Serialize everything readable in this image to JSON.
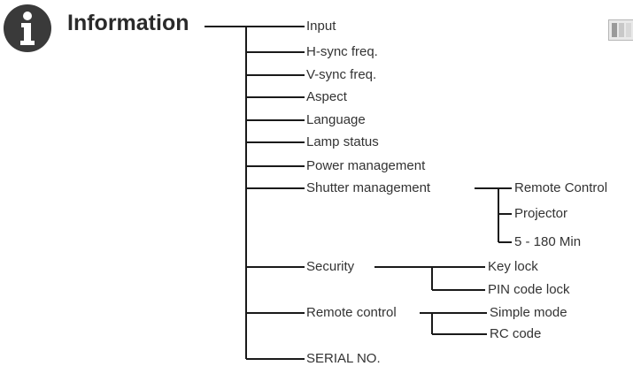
{
  "title": "Information",
  "icons": {
    "title_icon": "info-icon",
    "corner_icon": "menu-thumbnail-icon"
  },
  "colors": {
    "icon_bg": "#3a3a3a",
    "line": "#1a1a1a",
    "text": "#333333"
  },
  "items": [
    {
      "label": "Input"
    },
    {
      "label": "H-sync freq."
    },
    {
      "label": "V-sync freq."
    },
    {
      "label": "Aspect"
    },
    {
      "label": "Language"
    },
    {
      "label": "Lamp status"
    },
    {
      "label": "Power management"
    },
    {
      "label": "Shutter management",
      "children": [
        "Remote Control",
        "Projector",
        "5 - 180 Min"
      ]
    },
    {
      "label": "Security",
      "children": [
        "Key lock",
        "PIN code lock"
      ]
    },
    {
      "label": "Remote control",
      "children": [
        "Simple mode",
        "RC code"
      ]
    },
    {
      "label": "SERIAL NO."
    }
  ]
}
